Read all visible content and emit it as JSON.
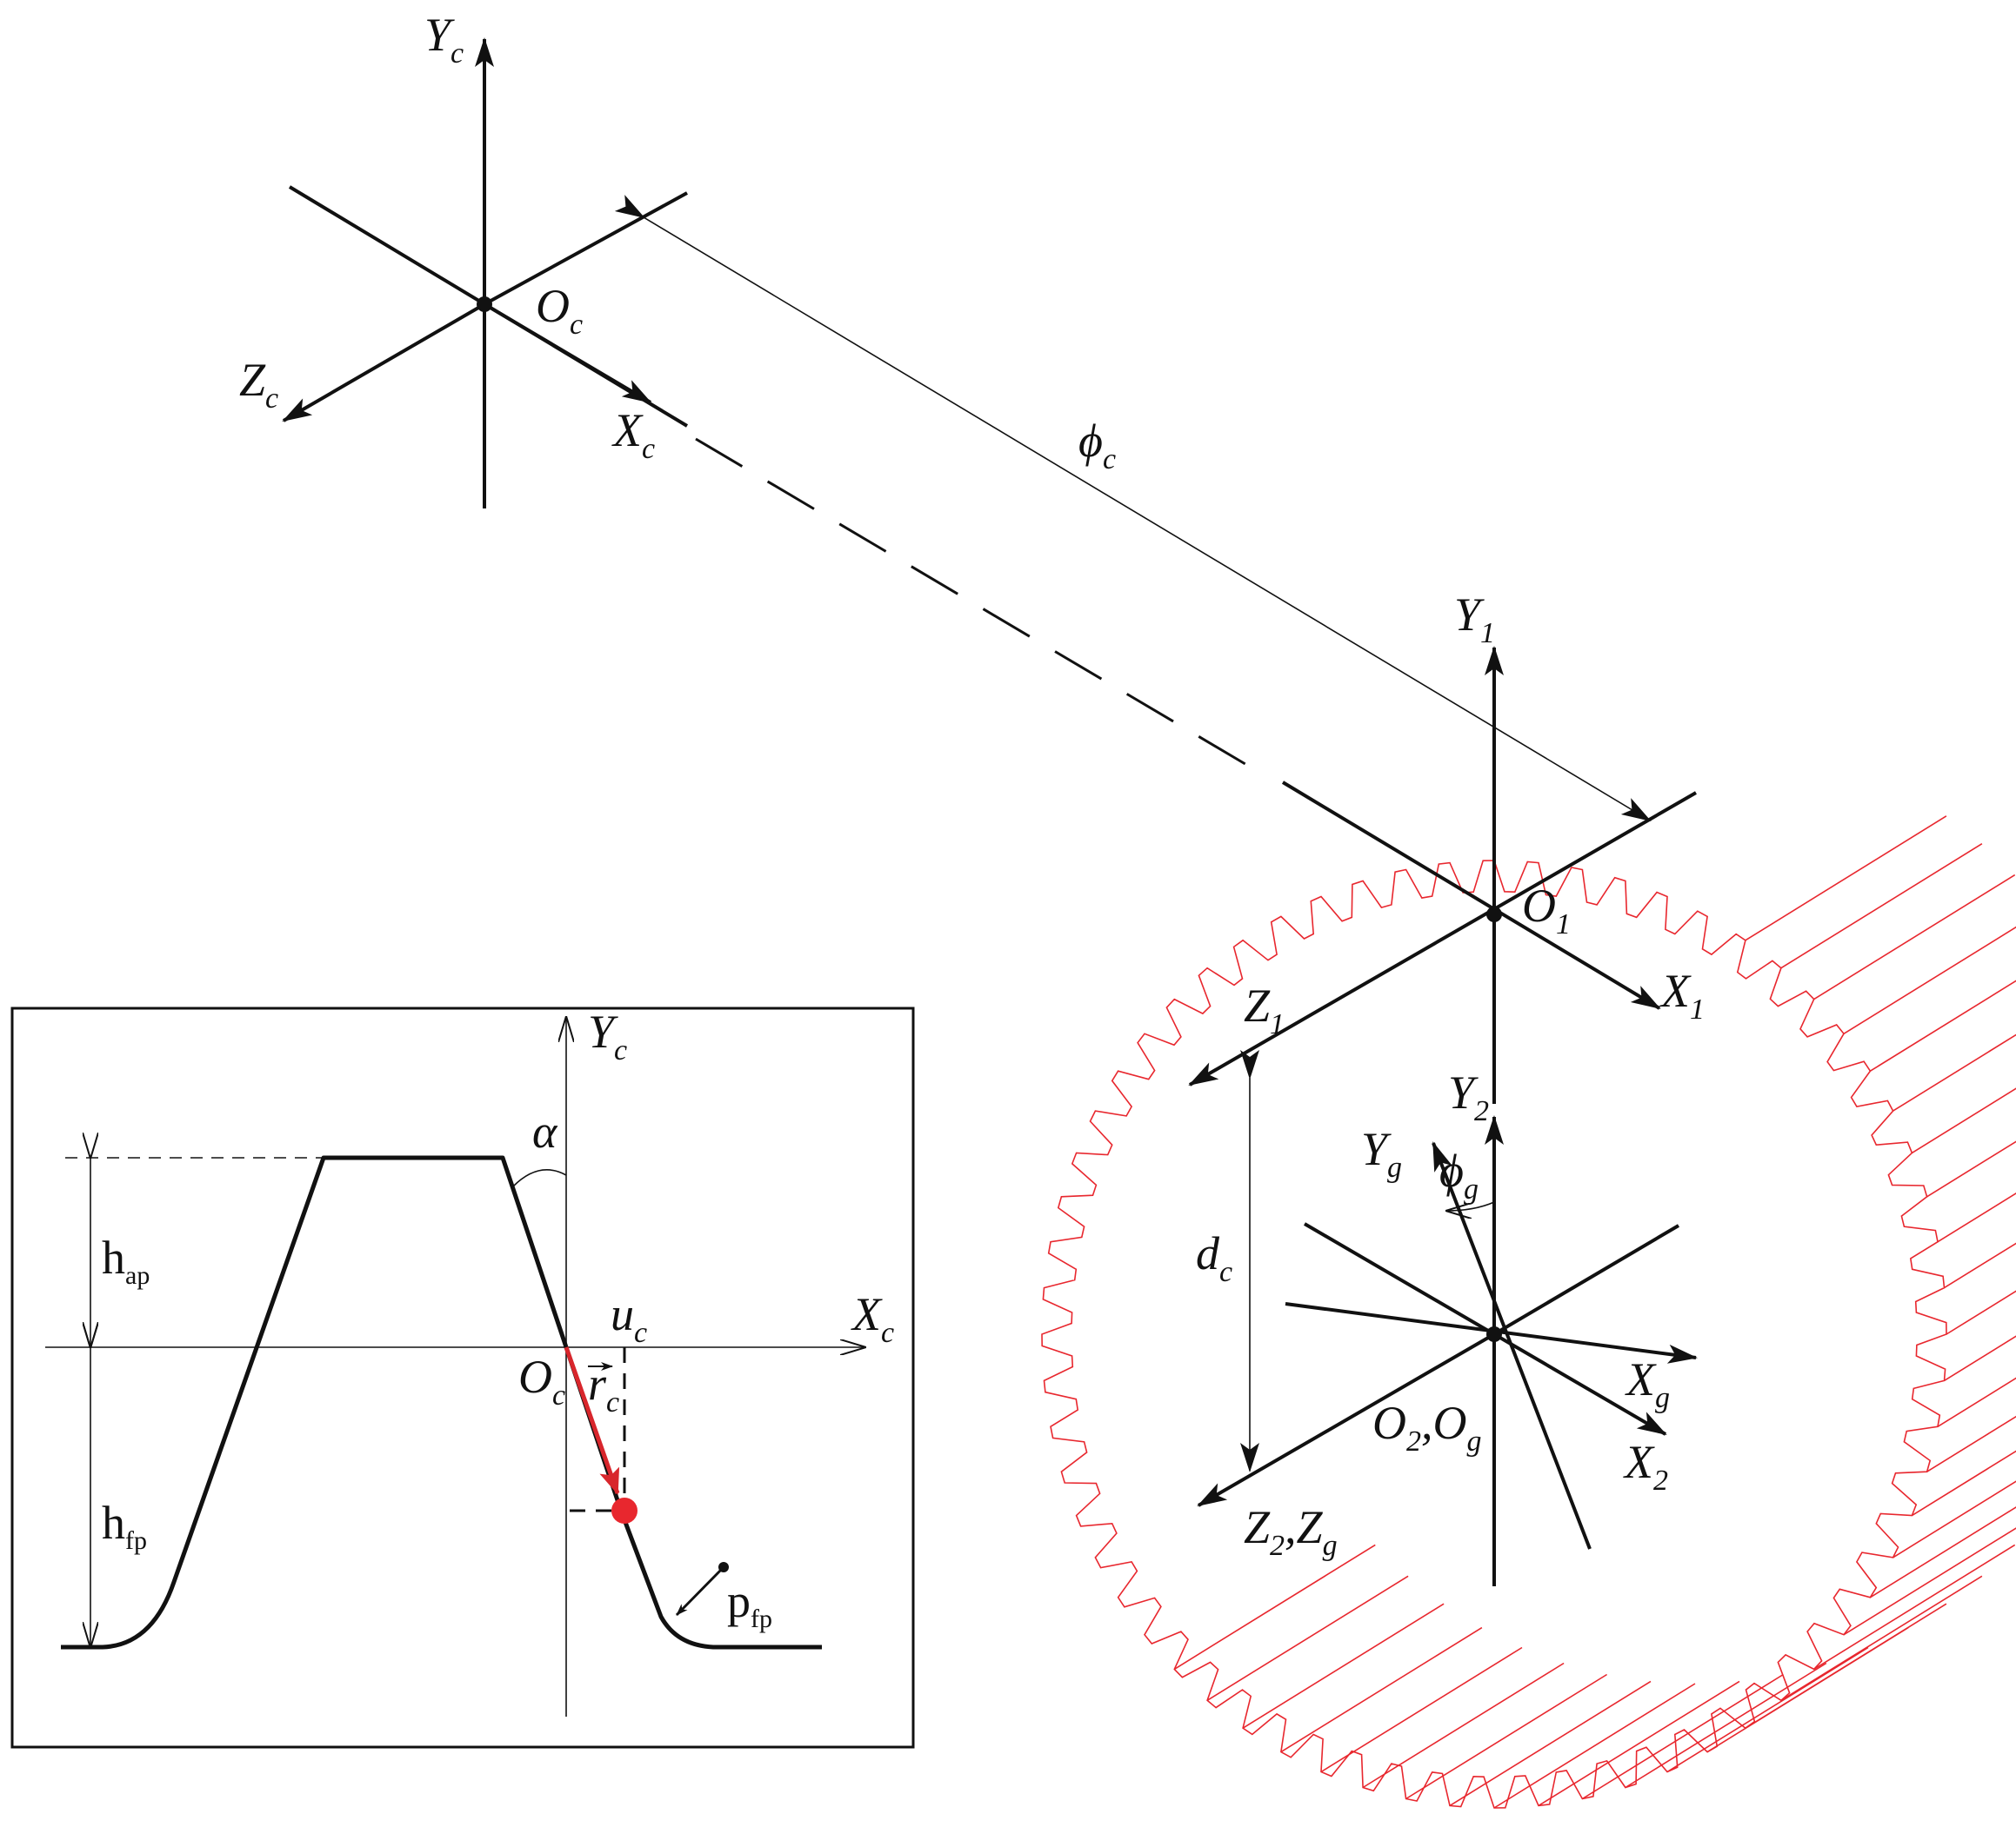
{
  "colors": {
    "ink": "#111111",
    "gear": "#e8272e",
    "point": "#e8272e",
    "vector": "#d8262c"
  },
  "labels": {
    "Yc_top": "Y",
    "Yc_top_sub": "c",
    "Oc_top": "O",
    "Oc_top_sub": "c",
    "Zc_top": "Z",
    "Zc_top_sub": "c",
    "Xc_top": "X",
    "Xc_top_sub": "c",
    "phi_c": "ϕ",
    "phi_c_sub": "c",
    "Y1": "Y",
    "Y1_sub": "1",
    "O1": "O",
    "O1_sub": "1",
    "X1": "X",
    "X1_sub": "1",
    "Z1": "Z",
    "Z1_sub": "1",
    "Y2": "Y",
    "Y2_sub": "2",
    "Yg": "Y",
    "Yg_sub": "g",
    "phi_g": "ϕ",
    "phi_g_sub": "g",
    "dc": "d",
    "dc_sub": "c",
    "Xg": "X",
    "Xg_sub": "g",
    "X2": "X",
    "X2_sub": "2",
    "O2": "O",
    "O2_sub": "2",
    "comma1": ",",
    "Og": "O",
    "Og_sub": "g",
    "Z2": "Z",
    "Z2_sub": "2",
    "comma2": ",",
    "Zg": "Z",
    "Zg_sub": "g",
    "inset_Yc": "Y",
    "inset_Yc_sub": "c",
    "inset_Xc": "X",
    "inset_Xc_sub": "c",
    "alpha": "α",
    "hap": "h",
    "hap_sub": "ap",
    "hfp": "h",
    "hfp_sub": "fp",
    "uc": "u",
    "uc_sub": "c",
    "inset_Oc": "O",
    "inset_Oc_sub": "c",
    "rc": "r",
    "rc_sub": "c",
    "pfp": "p",
    "pfp_sub": "fp"
  }
}
